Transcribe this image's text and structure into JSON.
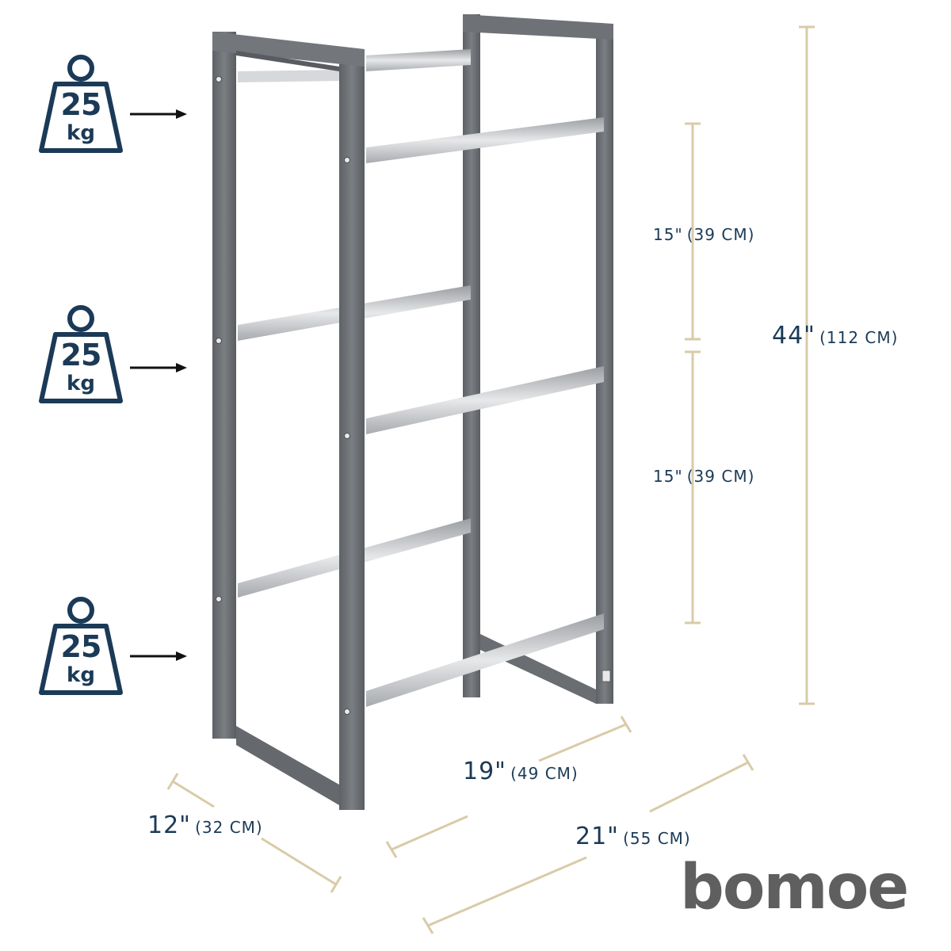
{
  "colors": {
    "navy": "#1b3a57",
    "tan": "#d9cba8",
    "frame": "#6b6e72",
    "bar": "#c9ccd0",
    "brand": "#5f5f5f"
  },
  "weights": [
    {
      "value": "25",
      "unit": "kg"
    },
    {
      "value": "25",
      "unit": "kg"
    },
    {
      "value": "25",
      "unit": "kg"
    }
  ],
  "dimensions": {
    "shelf_gap_1": {
      "inch": "15\"",
      "cm": "(39 CM)"
    },
    "shelf_gap_2": {
      "inch": "15\"",
      "cm": "(39 CM)"
    },
    "height": {
      "inch": "44\"",
      "cm": "(112 CM)"
    },
    "depth": {
      "inch": "12\"",
      "cm": "(32 CM)"
    },
    "inner_width": {
      "inch": "19\"",
      "cm": "(49 CM)"
    },
    "outer_width": {
      "inch": "21\"",
      "cm": "(55 CM)"
    }
  },
  "brand": {
    "name": "bomoe"
  }
}
